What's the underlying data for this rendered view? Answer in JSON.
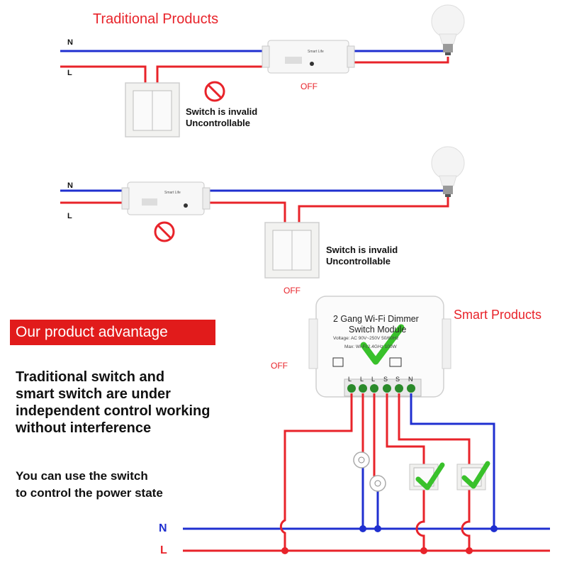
{
  "sections": {
    "traditional_title": "Traditional Products",
    "smart_title": "Smart Products"
  },
  "wires": {
    "neutral_label": "N",
    "live_label": "L"
  },
  "scenario1": {
    "note_line1": "Switch is invalid",
    "note_line2": "Uncontrollable",
    "state": "OFF"
  },
  "scenario2": {
    "note_line1": "Switch is invalid",
    "note_line2": "Uncontrollable",
    "state": "OFF"
  },
  "module_small": {
    "brand": "Smart Life"
  },
  "smart_module": {
    "title_line1": "2 Gang Wi-Fi Dimmer",
    "title_line2": "Switch Module",
    "voltage": "Voltage: AC 90V~250V 50/60Hz",
    "wifi": "Max: Wi-Fi:2.4GHz 100W",
    "terminals": [
      "L",
      "L",
      "L",
      "S",
      "S",
      "N"
    ],
    "state": "OFF"
  },
  "advantage": {
    "banner": "Our product advantage",
    "lines": [
      "Traditional switch and",
      "smart switch are under",
      "independent control working",
      "without interference"
    ],
    "hint_lines": [
      "You can use the switch",
      "to control the power state"
    ]
  },
  "colors": {
    "live_wire": "#e8232a",
    "neutral_wire": "#1f2fd0",
    "check": "#39c12b",
    "banner": "#e11b1b"
  }
}
